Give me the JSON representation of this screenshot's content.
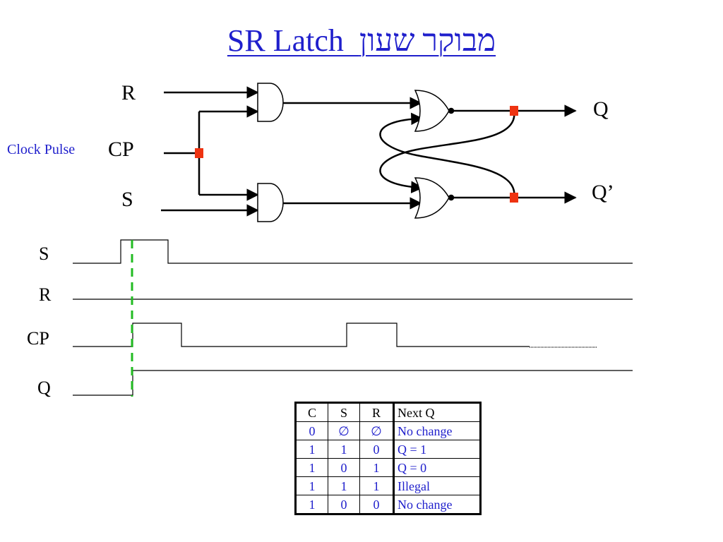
{
  "title": "SR Latch  מבוקר שעון",
  "circuit": {
    "inputs": {
      "r": "R",
      "cp": "CP",
      "s": "S"
    },
    "outputs": {
      "q": "Q",
      "q_bar": "Q’"
    },
    "clock_annotation": "Clock Pulse"
  },
  "timing": {
    "signals": [
      "S",
      "R",
      "CP",
      "Q"
    ],
    "marker_color": "#22bb22"
  },
  "truth_table": {
    "headers": [
      "C",
      "S",
      "R",
      "Next Q"
    ],
    "rows": [
      [
        "0",
        "∅",
        "∅",
        "No change"
      ],
      [
        "1",
        "1",
        "0",
        "Q = 1"
      ],
      [
        "1",
        "0",
        "1",
        "Q = 0"
      ],
      [
        "1",
        "1",
        "1",
        "Illegal"
      ],
      [
        "1",
        "0",
        "0",
        "No change"
      ]
    ]
  },
  "colors": {
    "title": "#1f1fcc",
    "junction": "#ee3311",
    "table_values": "#1f1fcc"
  }
}
